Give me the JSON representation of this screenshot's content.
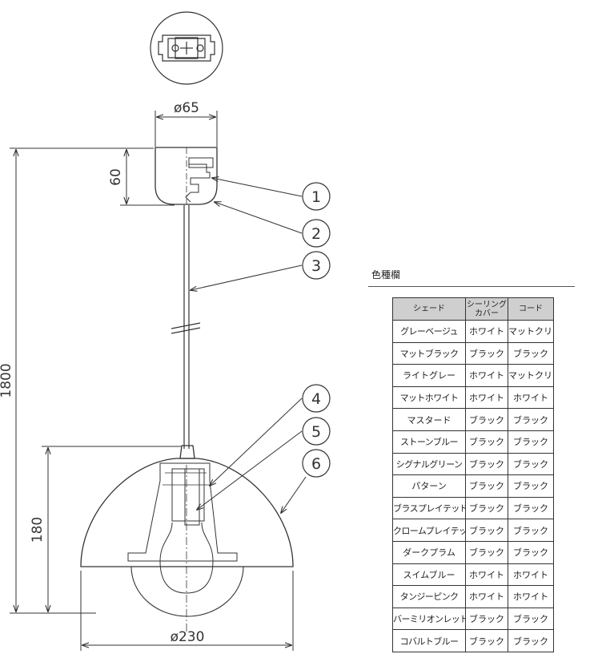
{
  "dimensions": {
    "canopy_diameter": "ø65",
    "canopy_height": "60",
    "total_length": "1800",
    "shade_height": "180",
    "shade_diameter": "ø230"
  },
  "callouts": [
    "1",
    "2",
    "3",
    "4",
    "5",
    "6"
  ],
  "color_table": {
    "title": "色種欄",
    "headers": [
      "シェード",
      "シーリング\nカバー",
      "コード"
    ],
    "rows": [
      [
        "グレーベージュ",
        "ホワイト",
        "マットクリア"
      ],
      [
        "マットブラック",
        "ブラック",
        "ブラック"
      ],
      [
        "ライトグレー",
        "ホワイト",
        "マットクリア"
      ],
      [
        "マットホワイト",
        "ホワイト",
        "ホワイト"
      ],
      [
        "マスタード",
        "ブラック",
        "ブラック"
      ],
      [
        "ストーンブルー",
        "ブラック",
        "ブラック"
      ],
      [
        "シグナルグリーン",
        "ブラック",
        "ブラック"
      ],
      [
        "パターン",
        "ブラック",
        "ブラック"
      ],
      [
        "ブラスプレイテッド",
        "ブラック",
        "ブラック"
      ],
      [
        "クロームプレイテッド",
        "ブラック",
        "ブラック"
      ],
      [
        "ダークプラム",
        "ブラック",
        "ブラック"
      ],
      [
        "スイムブルー",
        "ホワイト",
        "ホワイト"
      ],
      [
        "タンジーピンク",
        "ホワイト",
        "ホワイト"
      ],
      [
        "バーミリオンレッド",
        "ブラック",
        "ブラック"
      ],
      [
        "コバルトブルー",
        "ブラック",
        "ブラック"
      ]
    ]
  }
}
